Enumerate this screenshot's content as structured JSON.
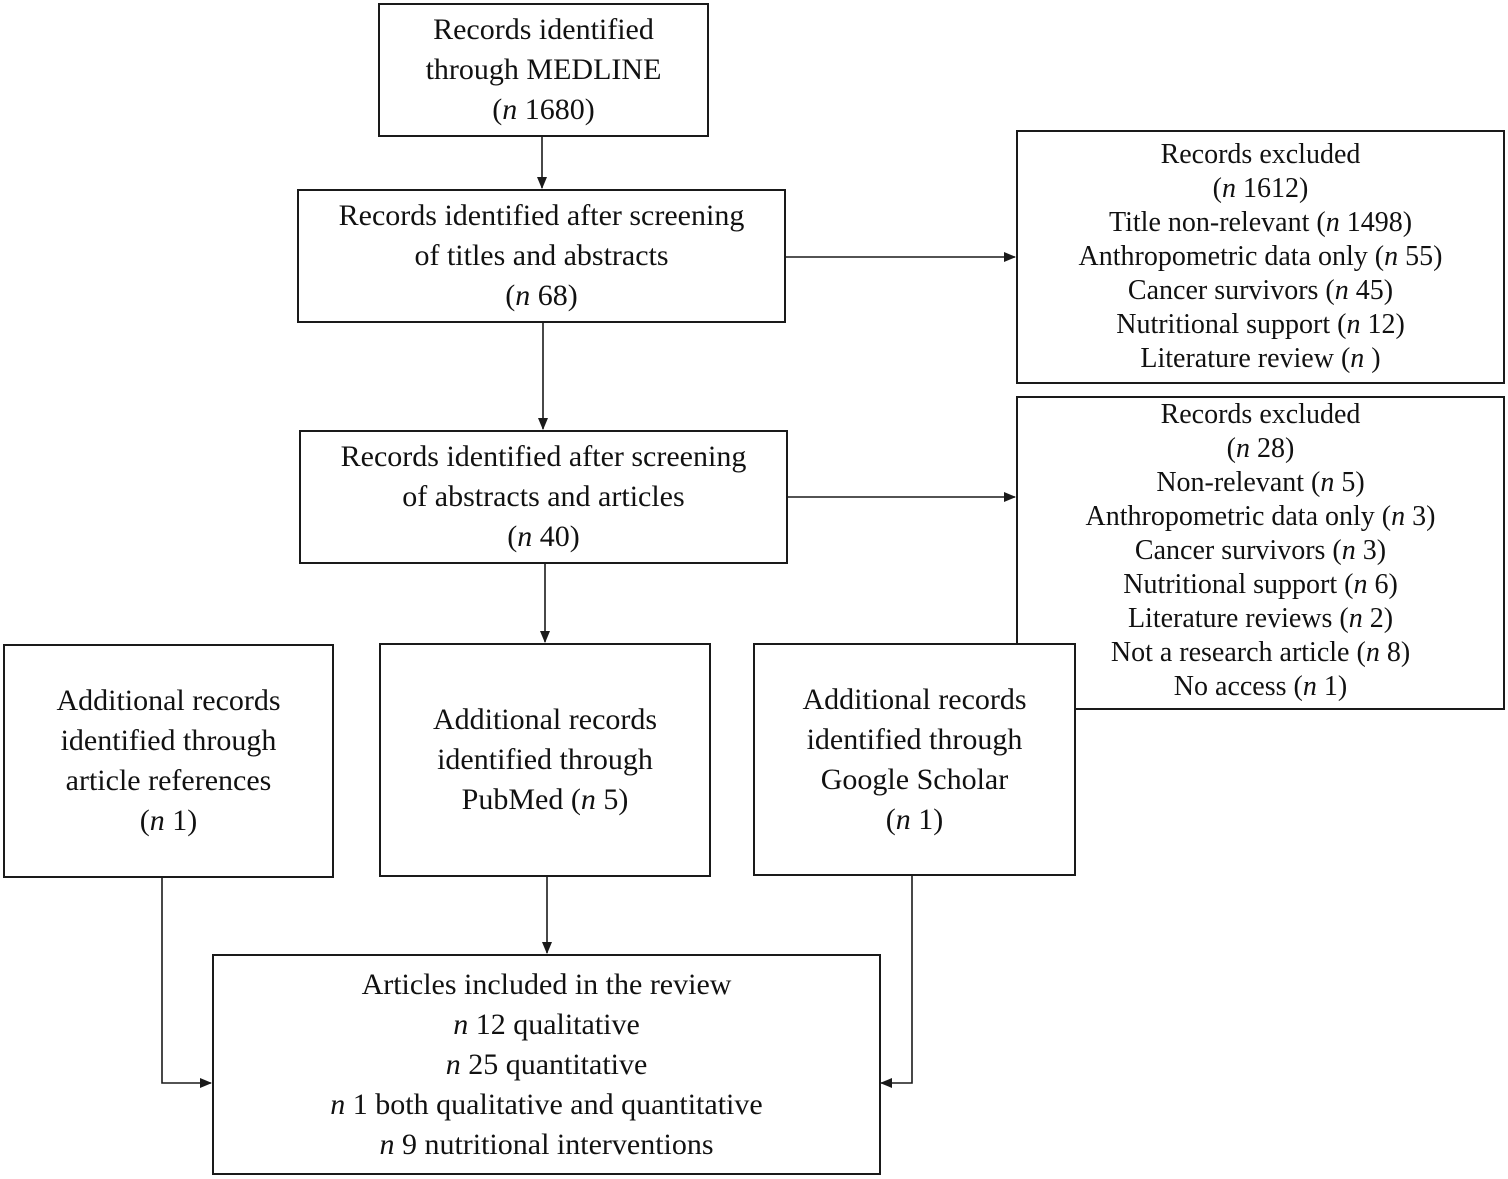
{
  "boxes": {
    "medline": {
      "lines": [
        "Records identified",
        "through MEDLINE"
      ],
      "count": "1680"
    },
    "screen_titles": {
      "lines": [
        "Records identified after screening",
        "of titles and abstracts"
      ],
      "count": "68"
    },
    "excluded_1": {
      "title": "Records excluded",
      "count": "1612",
      "items": [
        {
          "label": "Title non-relevant",
          "count": "1498"
        },
        {
          "label": "Anthropometric data only",
          "count": "55"
        },
        {
          "label": "Cancer survivors",
          "count": "45"
        },
        {
          "label": "Nutritional support",
          "count": "12"
        },
        {
          "label": "Literature review",
          "count": ""
        }
      ]
    },
    "screen_articles": {
      "lines": [
        "Records identified after screening",
        "of abstracts and articles"
      ],
      "count": "40"
    },
    "excluded_2": {
      "title": "Records excluded",
      "count": "28",
      "items": [
        {
          "label": "Non-relevant",
          "count": "5"
        },
        {
          "label": "Anthropometric data only",
          "count": "3"
        },
        {
          "label": "Cancer survivors",
          "count": "3"
        },
        {
          "label": "Nutritional support",
          "count": "6"
        },
        {
          "label": "Literature reviews",
          "count": "2"
        },
        {
          "label": "Not a research article",
          "count": "8"
        },
        {
          "label": "No access",
          "count": "1"
        }
      ]
    },
    "refs": {
      "lines": [
        "Additional records",
        "identified through",
        "article references"
      ],
      "count": "1"
    },
    "pubmed": {
      "lines": [
        "Additional records",
        "identified through",
        "PubMed"
      ],
      "count": "5"
    },
    "scholar": {
      "lines": [
        "Additional records",
        "identified through",
        "Google Scholar"
      ],
      "count": "1"
    },
    "included": {
      "title": "Articles included in the review",
      "items": [
        {
          "count": "12",
          "label": "qualitative"
        },
        {
          "count": "25",
          "label": "quantitative"
        },
        {
          "count": "1",
          "label": "both qualitative and quantitative"
        },
        {
          "count": "9",
          "label": "nutritional interventions"
        }
      ]
    }
  }
}
